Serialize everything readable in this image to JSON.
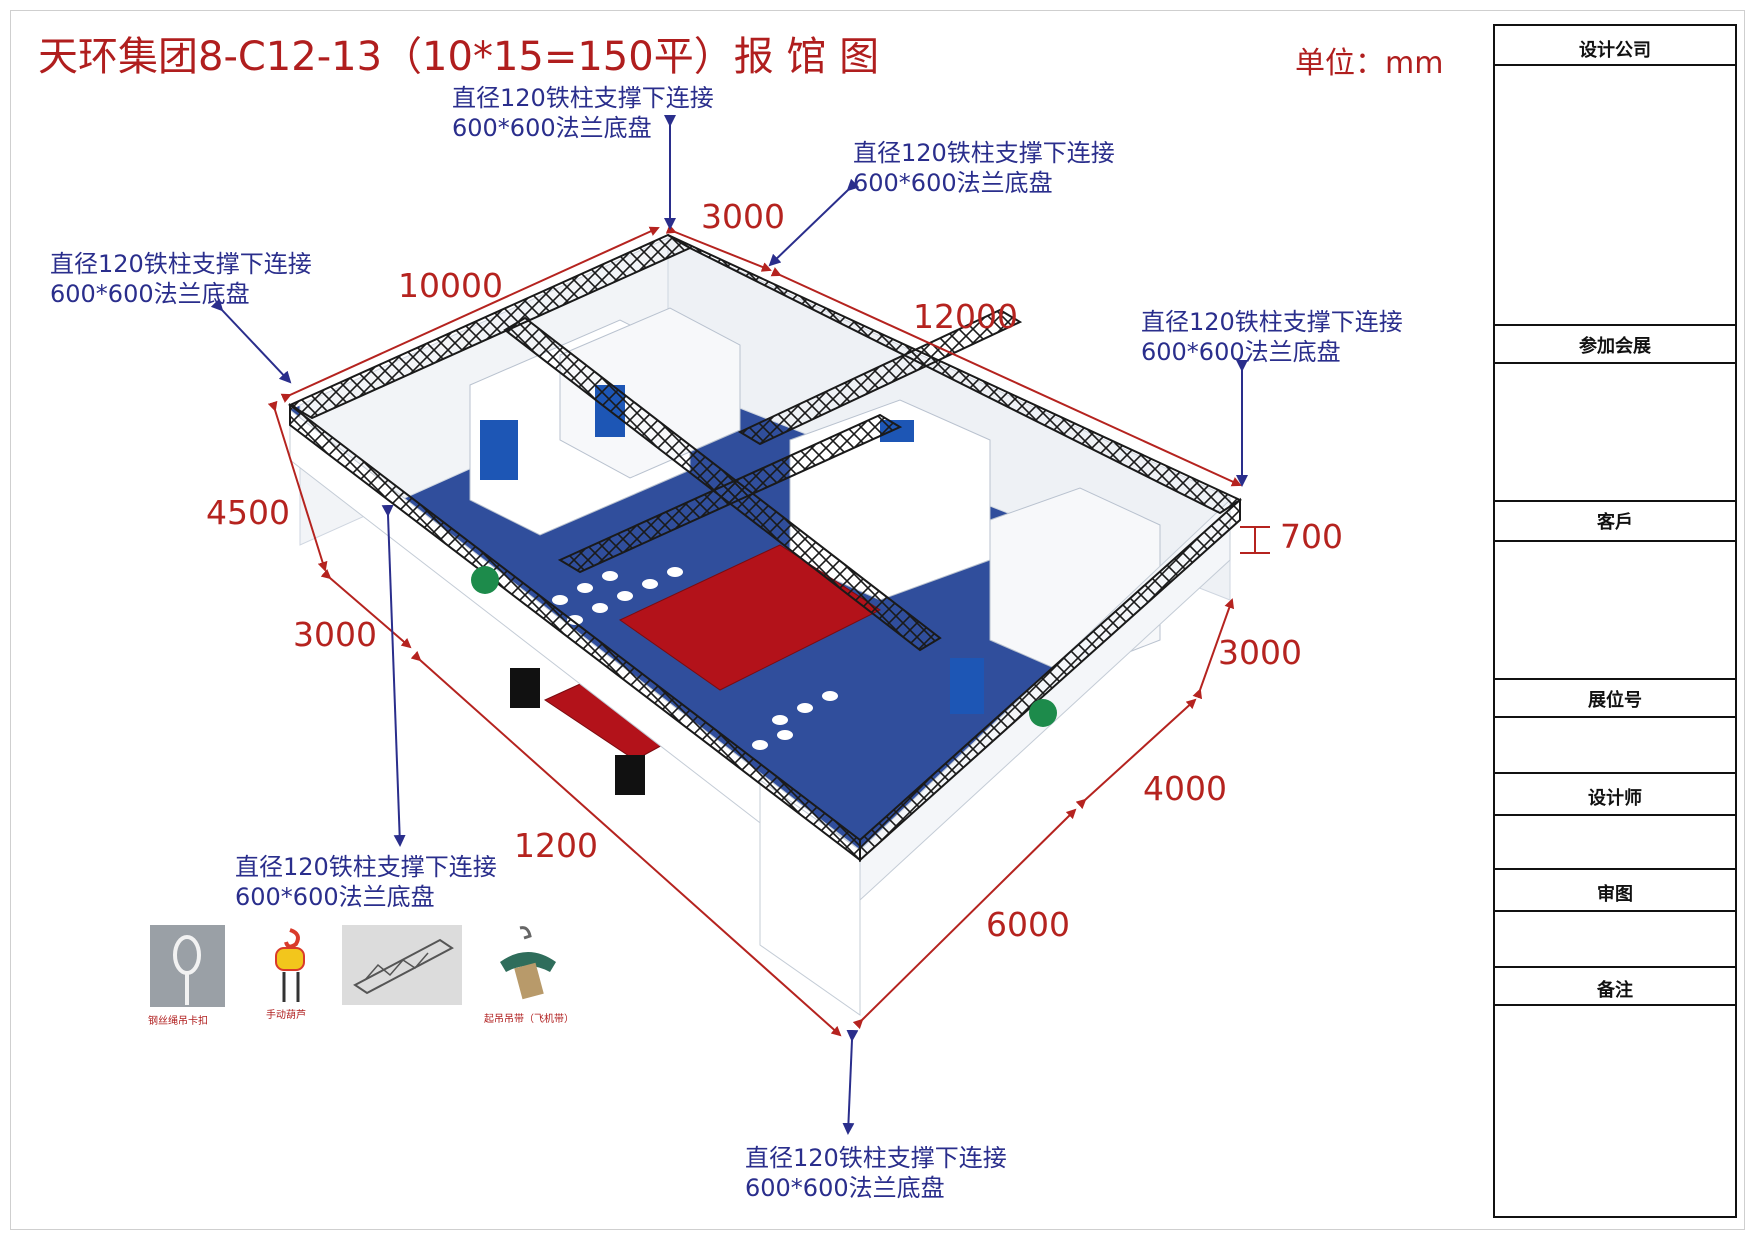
{
  "title": "天环集团8-C12-13（10*15=150平）报 馆 图",
  "unit": "单位：mm",
  "support_note": {
    "line1": "直径120铁柱支撑下连接",
    "line2": "600*600法兰底盘"
  },
  "dimensions": {
    "top_left_edge": "10000",
    "top_short_edge": "3000",
    "top_right_edge": "12000",
    "left_height": "4500",
    "left_lower": "3000",
    "right_height": "3000",
    "truss_height": "700",
    "right_lower": "4000",
    "bottom_front": "1200",
    "bottom_right": "6000"
  },
  "booth_brand": "天环集团",
  "legend": [
    {
      "label": "钢丝绳吊卡扣",
      "icon": "wire-rope-clip-icon"
    },
    {
      "label": "手动葫芦",
      "icon": "chain-hoist-icon"
    },
    {
      "label": "",
      "icon": "truss-segment-icon"
    },
    {
      "label": "起吊吊带（飞机带）",
      "icon": "lifting-sling-icon"
    }
  ],
  "title_block": {
    "design_company": "设计公司",
    "exhibition": "参加会展",
    "client": "客戶",
    "booth_no": "展位号",
    "designer": "设计师",
    "review": "审图",
    "remarks": "备注"
  },
  "colors": {
    "title_red": "#b01e1e",
    "dimension_red": "#b5231f",
    "note_blue": "#2a2e8c",
    "carpet_blue": "#1e3f94",
    "stage_red": "#b3121a",
    "truss_black": "#1a1a1a"
  }
}
